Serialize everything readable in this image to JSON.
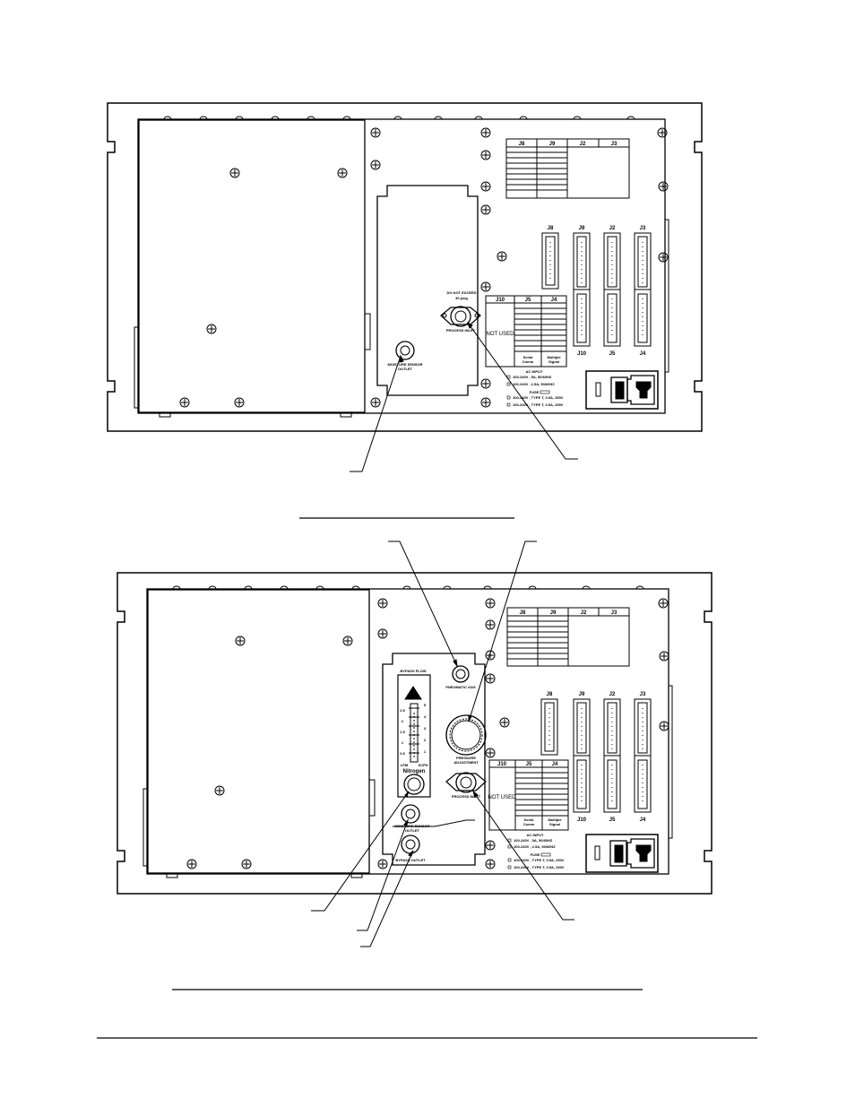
{
  "figure_top": {
    "header_labels": [
      "J8",
      "J9",
      "J2",
      "J3"
    ],
    "connector_labels": [
      "J8",
      "J9",
      "J2",
      "J3"
    ],
    "connector_bottom_labels": [
      "J10",
      "J5",
      "J4"
    ],
    "terminal_labels": [
      "J10",
      "J5",
      "J4"
    ],
    "not_used": "NOT USED",
    "serial_comm": [
      "Serial",
      "Comm"
    ],
    "multiple_signal": [
      "Multiple",
      "Signal"
    ],
    "do_not_exceed": [
      "DO NOT EXCEED",
      "30 psig"
    ],
    "process_label": "PROCESS INLET",
    "sensor_outlet": [
      "MOISTURE SENSOR",
      "OUTLET"
    ],
    "ac_input_title": "AC INPUT",
    "ac_lines": [
      "100-240V , 5A, 50/60HZ",
      "100-240V , 2.5A, 50/60HZ",
      "100-240V , TYPE T, 0.5A, 250V",
      "100-240V , TYPE T, 0.5A, 250V"
    ],
    "fuse_label": "FUSE"
  },
  "figure_bottom": {
    "header_labels": [
      "J8",
      "J9",
      "J2",
      "J3"
    ],
    "connector_labels": [
      "J8",
      "J9",
      "J2",
      "J3"
    ],
    "connector_bottom_labels": [
      "J10",
      "J5",
      "J4"
    ],
    "terminal_labels": [
      "J10",
      "J5",
      "J4"
    ],
    "not_used": "NOT USED",
    "serial_comm": [
      "Serial",
      "Comm"
    ],
    "multiple_signal": [
      "Multiple",
      "Signal"
    ],
    "bypass_flow": "BYPASS FLOW",
    "pneumatic_gas": "PNEUMATIC GAS",
    "pressure_adjust": [
      "PRESSURE",
      "ADJUSTMENT"
    ],
    "process_label": "PROCESS INLET",
    "sensor_outlet": [
      "MOISTURE SENSOR",
      "OUTLET"
    ],
    "bypass_outlet": "BYPASS OUTLET",
    "scale_left": [
      "2.5",
      "2",
      "1.5",
      "1",
      "0.5"
    ],
    "scale_right": [
      "5",
      "4",
      "3",
      "2",
      "1"
    ],
    "gas_units": [
      "LPM",
      "SCFH"
    ],
    "gas_name": "Nitrogen",
    "ac_input_title": "AC INPUT",
    "ac_lines": [
      "100-240V , 5A, 50/60HZ",
      "100-240V , 2.5A, 50/60HZ",
      "100-240V , TYPE T, 0.5A, 250V",
      "100-240V , TYPE T, 0.5A, 250V"
    ],
    "fuse_label": "FUSE"
  }
}
